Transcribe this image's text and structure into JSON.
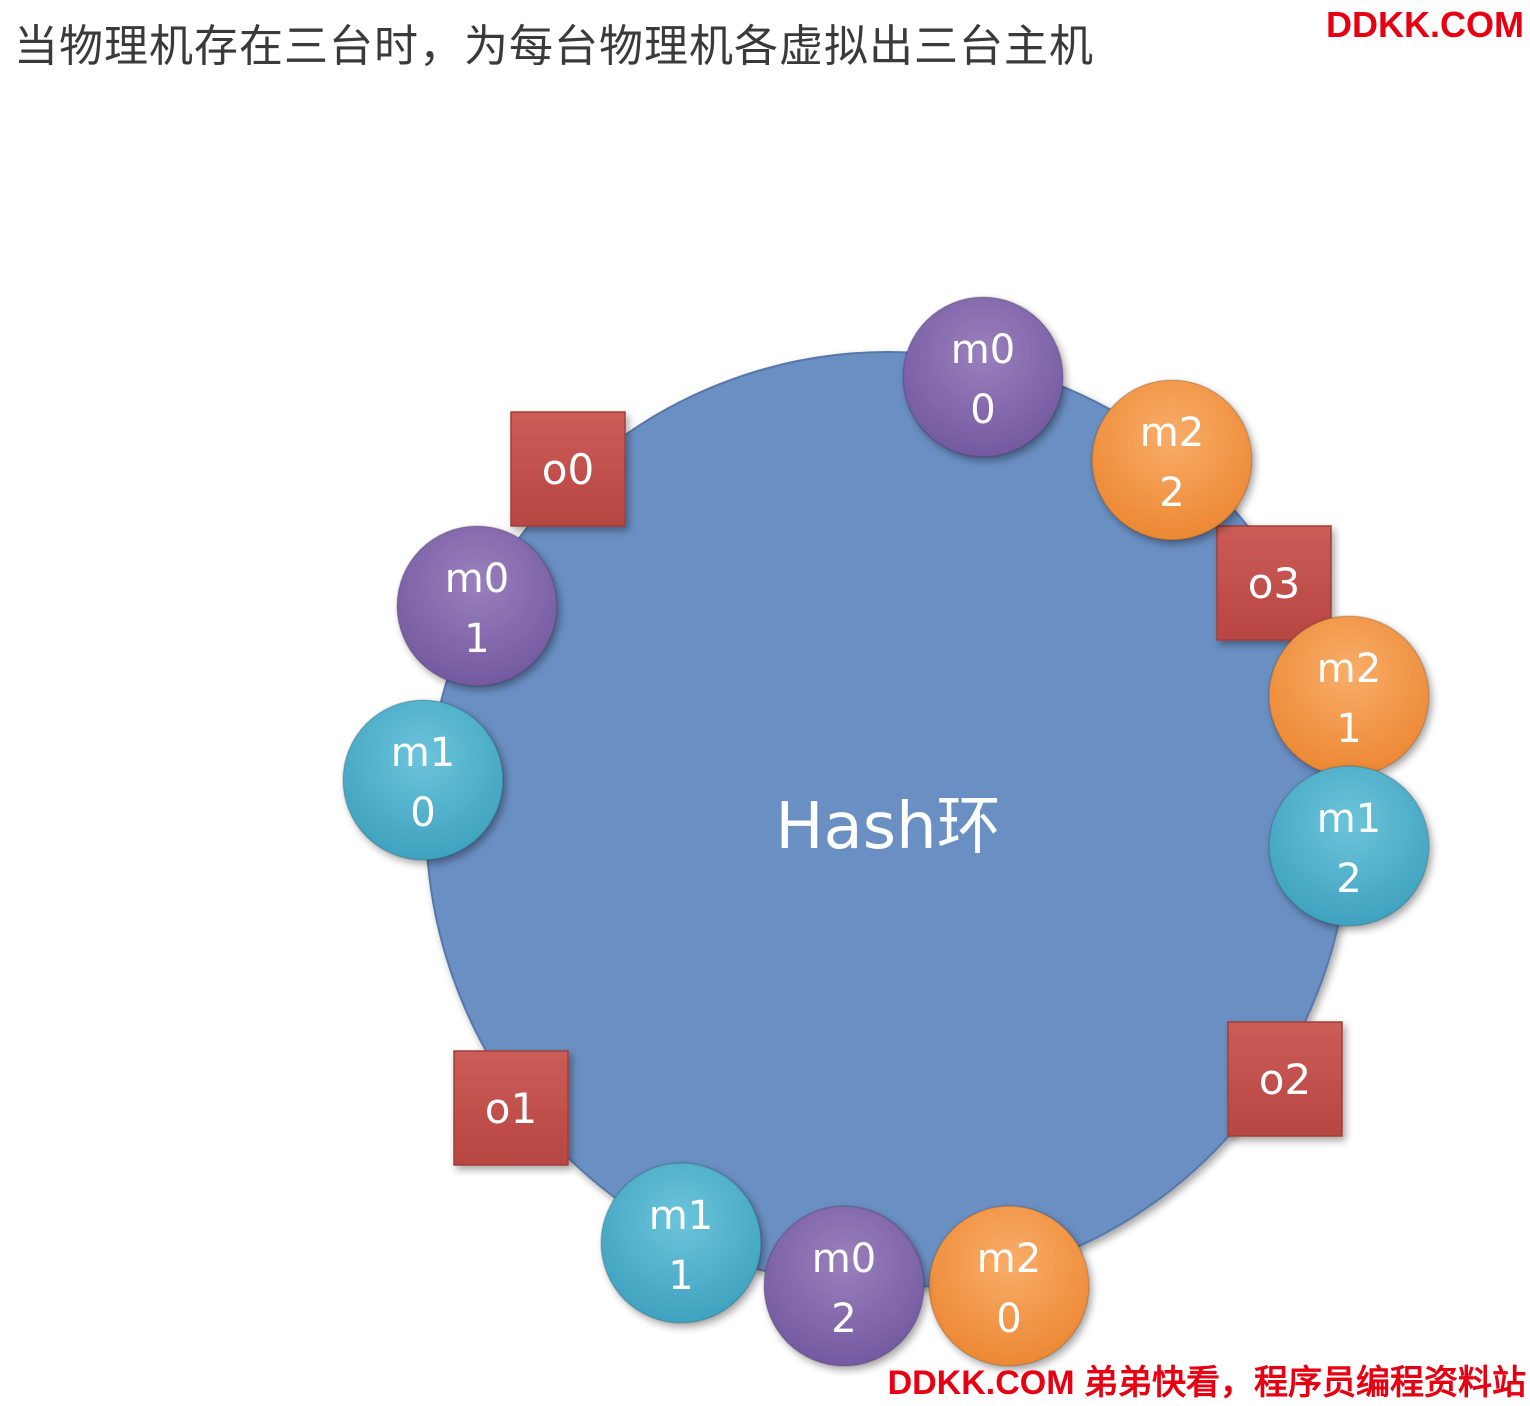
{
  "title": "当物理机存在三台时，为每台物理机各虚拟出三台主机",
  "watermark_top": "DDKK.COM",
  "watermark_bottom": "DDKK.COM 弟弟快看，程序员编程资料站",
  "ring": {
    "label": "Hash环"
  },
  "colors": {
    "ring": "#6a8fc3",
    "ring_stroke": "#5677a8",
    "m0": "#8064a2",
    "m1": "#4bacc6",
    "m2": "#f79646",
    "object": "#c0504d",
    "watermark": "#e60012",
    "title": "#3a3a3a"
  },
  "virtual_nodes": [
    {
      "id": "m00",
      "line1": "m0",
      "line2": "0",
      "machine": "m0"
    },
    {
      "id": "m22",
      "line1": "m2",
      "line2": "2",
      "machine": "m2"
    },
    {
      "id": "m21",
      "line1": "m2",
      "line2": "1",
      "machine": "m2"
    },
    {
      "id": "m12",
      "line1": "m1",
      "line2": "2",
      "machine": "m1"
    },
    {
      "id": "m20",
      "line1": "m2",
      "line2": "0",
      "machine": "m2"
    },
    {
      "id": "m02",
      "line1": "m0",
      "line2": "2",
      "machine": "m0"
    },
    {
      "id": "m11",
      "line1": "m1",
      "line2": "1",
      "machine": "m1"
    },
    {
      "id": "m10",
      "line1": "m1",
      "line2": "0",
      "machine": "m1"
    },
    {
      "id": "m01",
      "line1": "m0",
      "line2": "1",
      "machine": "m0"
    }
  ],
  "objects": [
    {
      "id": "o0",
      "label": "o0"
    },
    {
      "id": "o3",
      "label": "o3"
    },
    {
      "id": "o2",
      "label": "o2"
    },
    {
      "id": "o1",
      "label": "o1"
    }
  ]
}
